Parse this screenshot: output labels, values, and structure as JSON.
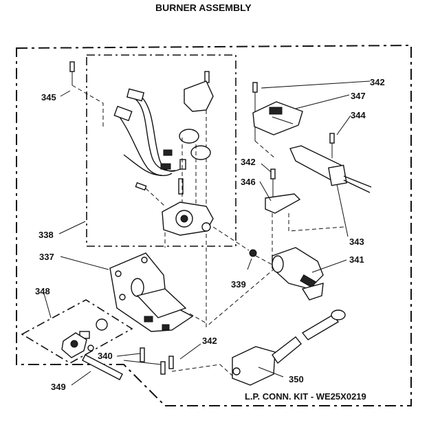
{
  "title": "BURNER ASSEMBLY",
  "kit_label": "L.P. CONN. KIT - WE25X0219",
  "callouts": {
    "c345": "345",
    "c338": "338",
    "c337": "337",
    "c348": "348",
    "c349": "349",
    "c340": "340",
    "c342a": "342",
    "c347": "347",
    "c344": "344",
    "c342b": "342",
    "c346": "346",
    "c343": "343",
    "c339": "339",
    "c341": "341",
    "c342c": "342",
    "c350": "350"
  }
}
